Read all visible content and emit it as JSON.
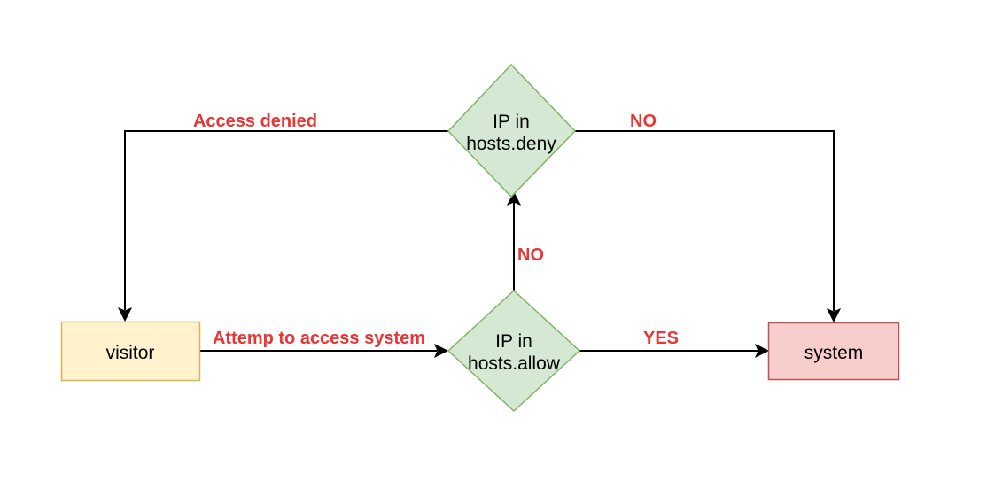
{
  "nodes": {
    "visitor": {
      "label": "visitor",
      "fill": "#fff2cc",
      "stroke": "#d6b656"
    },
    "system": {
      "label": "system",
      "fill": "#f8cecc",
      "stroke": "#b85450"
    },
    "hosts_allow": {
      "line1": "IP in",
      "line2": "hosts.allow",
      "fill": "#d5e8d4",
      "stroke": "#82b366"
    },
    "hosts_deny": {
      "line1": "IP in",
      "line2": "hosts.deny",
      "fill": "#d5e8d4",
      "stroke": "#82b366"
    }
  },
  "edges": {
    "visitor_to_allow": "Attemp to access system",
    "allow_to_system": "YES",
    "allow_to_deny": "NO",
    "deny_to_visitor": "Access denied",
    "deny_to_system": "NO"
  },
  "colors": {
    "label": "#e83535",
    "line": "#000000"
  }
}
